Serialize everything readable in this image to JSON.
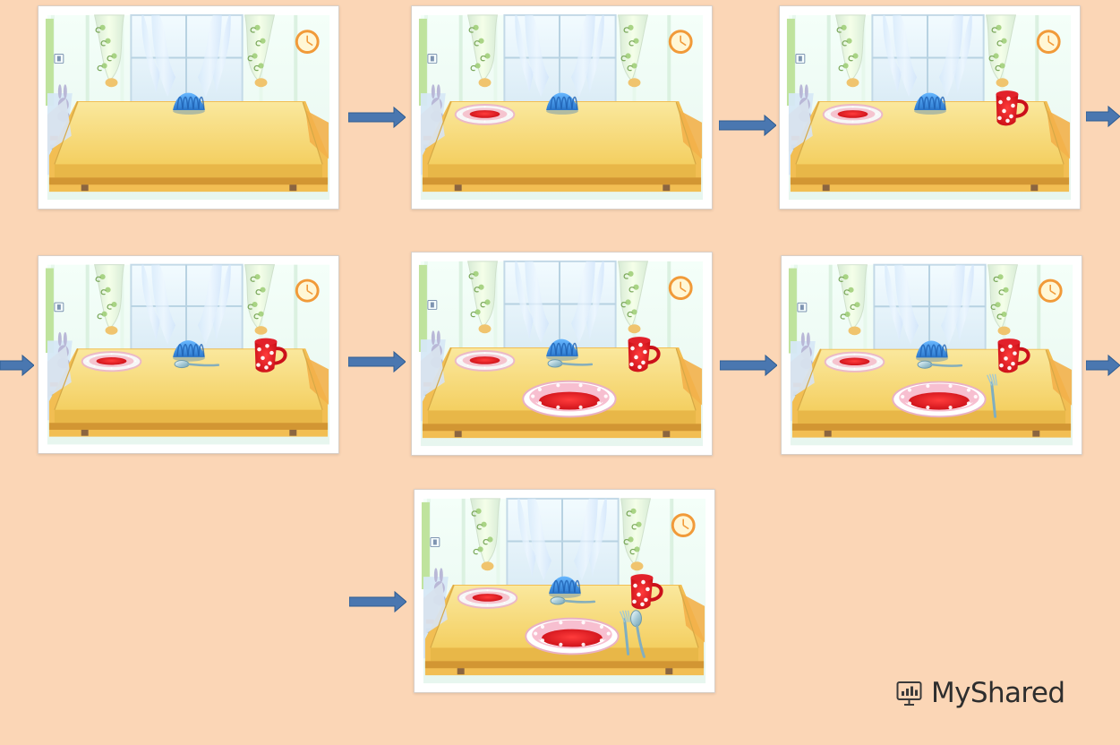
{
  "brand": {
    "name": "MyShared"
  },
  "sequence": {
    "step_count": 7,
    "steps": [
      {
        "step": 1,
        "items": []
      },
      {
        "step": 2,
        "items": [
          "small-plate"
        ]
      },
      {
        "step": 3,
        "items": [
          "small-plate",
          "cup"
        ]
      },
      {
        "step": 4,
        "items": [
          "small-plate",
          "cup",
          "spoon-small"
        ]
      },
      {
        "step": 5,
        "items": [
          "small-plate",
          "cup",
          "spoon-small",
          "soup-bowl"
        ]
      },
      {
        "step": 6,
        "items": [
          "small-plate",
          "cup",
          "spoon-small",
          "soup-bowl",
          "fork"
        ]
      },
      {
        "step": 7,
        "items": [
          "small-plate",
          "cup",
          "spoon-small",
          "soup-bowl",
          "fork",
          "spoon-large"
        ]
      }
    ]
  },
  "icons": {
    "arrow": "arrow-right-icon",
    "brand": "presentation-chart-icon"
  },
  "colors": {
    "background": "#fbd6b6",
    "arrow": "#4a77b0",
    "tabletop": "#f4d97b",
    "tablecloth_edge": "#e6b451",
    "cup": "#d01a24",
    "bowl_rim": "#f6b9c9",
    "napkin": "#4e9fe6"
  }
}
